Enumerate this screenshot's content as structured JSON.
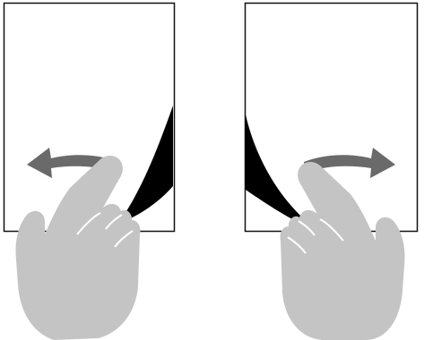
{
  "colors": {
    "background": "#ffffff",
    "page_border": "#111111",
    "page_fill": "#ffffff",
    "curl": "#000000",
    "arrow": "#6a6a6a",
    "hand": "#c4c4c4",
    "hand_line": "#ffffff"
  },
  "icons": {
    "left_gesture": [
      "page-icon",
      "page-curl-icon",
      "swipe-left-arrow-icon",
      "hand-pointer-icon"
    ],
    "right_gesture": [
      "page-icon",
      "page-curl-icon",
      "swipe-right-arrow-icon",
      "hand-pointer-icon"
    ]
  },
  "gestures": [
    {
      "direction": "left",
      "curl_side": "right"
    },
    {
      "direction": "right",
      "curl_side": "left"
    }
  ]
}
